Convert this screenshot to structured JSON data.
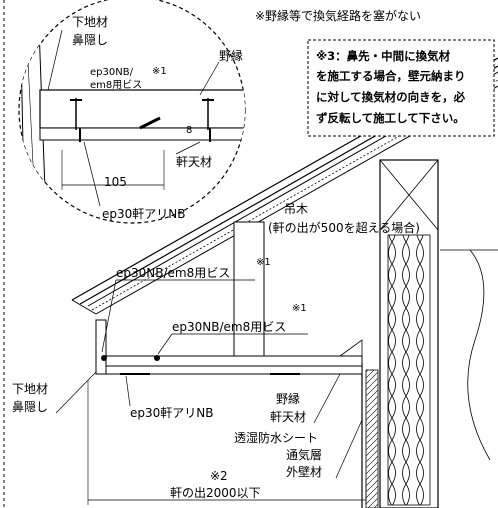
{
  "top_note": "※野縁等で換気経路を塞がない",
  "callout": {
    "lines": [
      "※3：鼻先・中間に換気材",
      "を施工する場合，壁元納まり",
      "に対して換気材の向きを，必",
      "ず反転して施工して下さい。"
    ]
  },
  "detail": {
    "shitajizai": "下地材",
    "hanakakushi": "鼻隠し",
    "noen": "野縁",
    "vis_line1": "ep30NB/",
    "vis_line2": "em8用ビス",
    "mark1": "※1",
    "nokiten": "軒天材",
    "dim_105": "105",
    "dim_8": "8",
    "ari": "ep30軒アリNB"
  },
  "main": {
    "tsurigi": "吊木",
    "tsurigi_note": "(軒の出が500を超える場合)",
    "vis_a": "ep30NB/em8用ビス",
    "vis_a_mark": "※1",
    "vis_b": "ep30NB/em8用ビス",
    "vis_b_mark": "※1",
    "shitajizai": "下地材",
    "hanakakushi": "鼻隠し",
    "ari": "ep30軒アリNB",
    "noen": "野縁",
    "nokiten": "軒天材",
    "toshitsu": "透湿防水シート",
    "tsukisou": "通気層",
    "gaiheki": "外壁材",
    "mark2": "※2",
    "dim": "軒の出2000以下"
  }
}
